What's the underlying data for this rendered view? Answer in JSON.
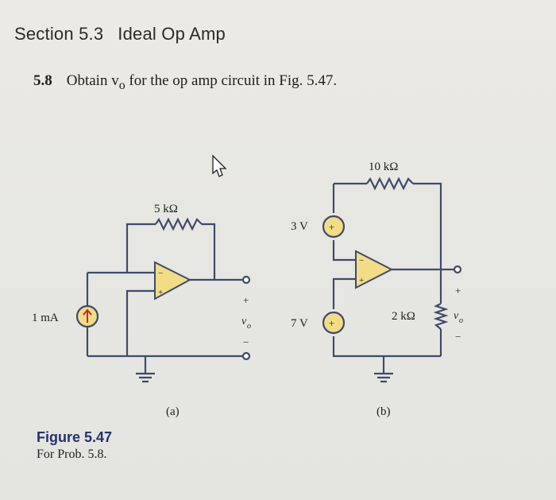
{
  "section": {
    "number": "Section 5.3",
    "title": "Ideal Op Amp"
  },
  "problem": {
    "number": "5.8",
    "text": "Obtain v",
    "subscript": "o",
    "text_after": " for the op amp circuit in Fig. 5.47."
  },
  "figure": {
    "label": "Figure 5.47",
    "caption": "For Prob. 5.8.",
    "part_a": {
      "label": "(a)",
      "source_label": "1 mA",
      "resistor_label": "5 kΩ",
      "output_label": "v",
      "output_subscript": "o",
      "plus": "+",
      "minus": "−"
    },
    "part_b": {
      "label": "(b)",
      "feedback_resistor": "10 kΩ",
      "top_source": "3 V",
      "bottom_source": "7 V",
      "load_resistor": "2 kΩ",
      "output_label": "v",
      "output_subscript": "o",
      "plus": "+",
      "minus": "−"
    }
  },
  "colors": {
    "wire": "#3f4a6a",
    "opamp_fill": "#f2dc86",
    "source_fill": "#f2dc86",
    "accent": "#24336e"
  },
  "icons": {
    "cursor": "mouse-pointer-icon"
  }
}
